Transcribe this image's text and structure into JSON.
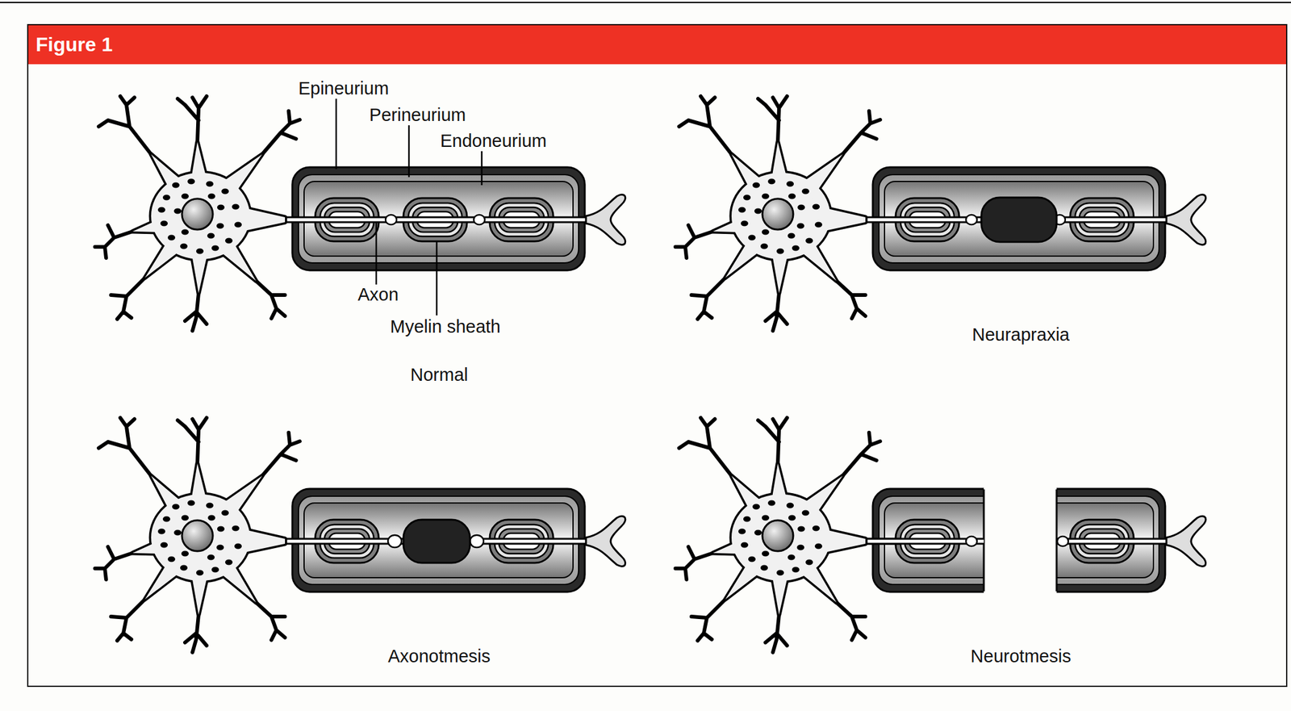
{
  "diagram": {
    "title": "Figure 1",
    "labels": [
      "Epineurium",
      "Perineurium",
      "Endoneurium",
      "Axon",
      "Myelin sheath",
      "Normal",
      "Neurapraxia",
      "Axonotmesis",
      "Neurotmesis"
    ]
  }
}
